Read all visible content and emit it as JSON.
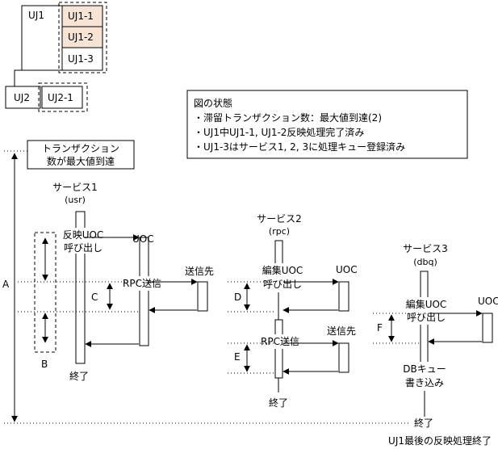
{
  "job_tree": {
    "uj1": "UJ1",
    "uj1_children": [
      "UJ1-1",
      "UJ1-2",
      "UJ1-3"
    ],
    "uj2": "UJ2",
    "uj2_child": "UJ2-1",
    "highlight_color": "#f8e4d4"
  },
  "legend": {
    "title": "図の状態",
    "lines": [
      "・滞留トランザクション数：最大値到達(2)",
      "・UJ1中UJ1-1, UJ1-2反映処理完了済み",
      "・UJ1-3はサービス1, 2, 3に処理キュー登録済み"
    ]
  },
  "timeline": {
    "start_label_line1": "トランザクション",
    "start_label_line2": "数が最大値到達",
    "axis_label": "A",
    "end_label": "終了",
    "caption": "UJ1最後の反映処理終了"
  },
  "service1": {
    "name": "サービス1",
    "type": "(usr)",
    "call_line1": "反映UOC",
    "call_line2": "呼び出し",
    "uoc": "UOC",
    "rpc": "RPC送信",
    "dest": "送信先",
    "label_b": "B",
    "label_c": "C",
    "end": "終了"
  },
  "service2": {
    "name": "サービス2",
    "type": "(rpc)",
    "call_line1": "編集UOC",
    "call_line2": "呼び出し",
    "uoc": "UOC",
    "rpc": "RPC送信",
    "dest": "送信先",
    "label_d": "D",
    "label_e": "E",
    "end": "終了"
  },
  "service3": {
    "name": "サービス3",
    "type": "(dbq)",
    "call_line1": "編集UOC",
    "call_line2": "呼び出し",
    "uoc": "UOC",
    "db_line1": "DBキュー",
    "db_line2": "書き込み",
    "label_f": "F",
    "end": "終了"
  }
}
